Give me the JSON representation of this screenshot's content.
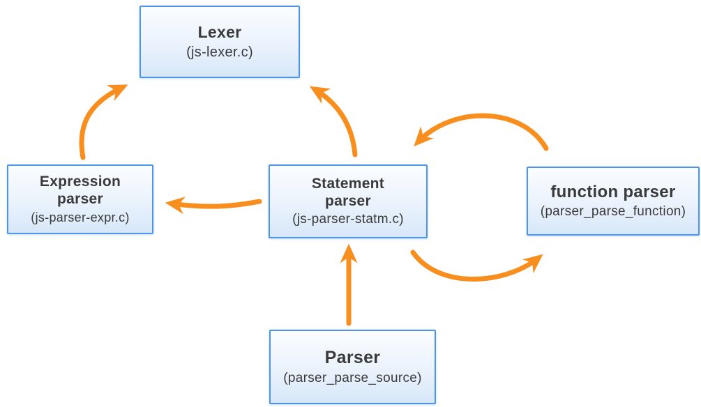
{
  "colors": {
    "arrow": "#F88E1E",
    "node_border": "#4E95E5",
    "text": "#3A3A3A",
    "background": "#FFFFFF"
  },
  "nodes": {
    "lexer": {
      "line1": "Lexer",
      "file": "(js-lexer.c)"
    },
    "expression_parser": {
      "line1": "Expression",
      "line2": "parser",
      "file": "(js-parser-expr.c)"
    },
    "statement_parser": {
      "line1": "Statement",
      "line2": "parser",
      "file": "(js-parser-statm.c)"
    },
    "function_parser": {
      "line1": "function parser",
      "file": "(parser_parse_function)"
    },
    "parser": {
      "line1": "Parser",
      "file": "(parser_parse_source)"
    }
  },
  "edges": [
    {
      "from": "expression_parser",
      "to": "lexer"
    },
    {
      "from": "statement_parser",
      "to": "lexer"
    },
    {
      "from": "statement_parser",
      "to": "expression_parser"
    },
    {
      "from": "function_parser",
      "to": "statement_parser"
    },
    {
      "from": "statement_parser",
      "to": "function_parser"
    },
    {
      "from": "parser",
      "to": "statement_parser"
    }
  ]
}
